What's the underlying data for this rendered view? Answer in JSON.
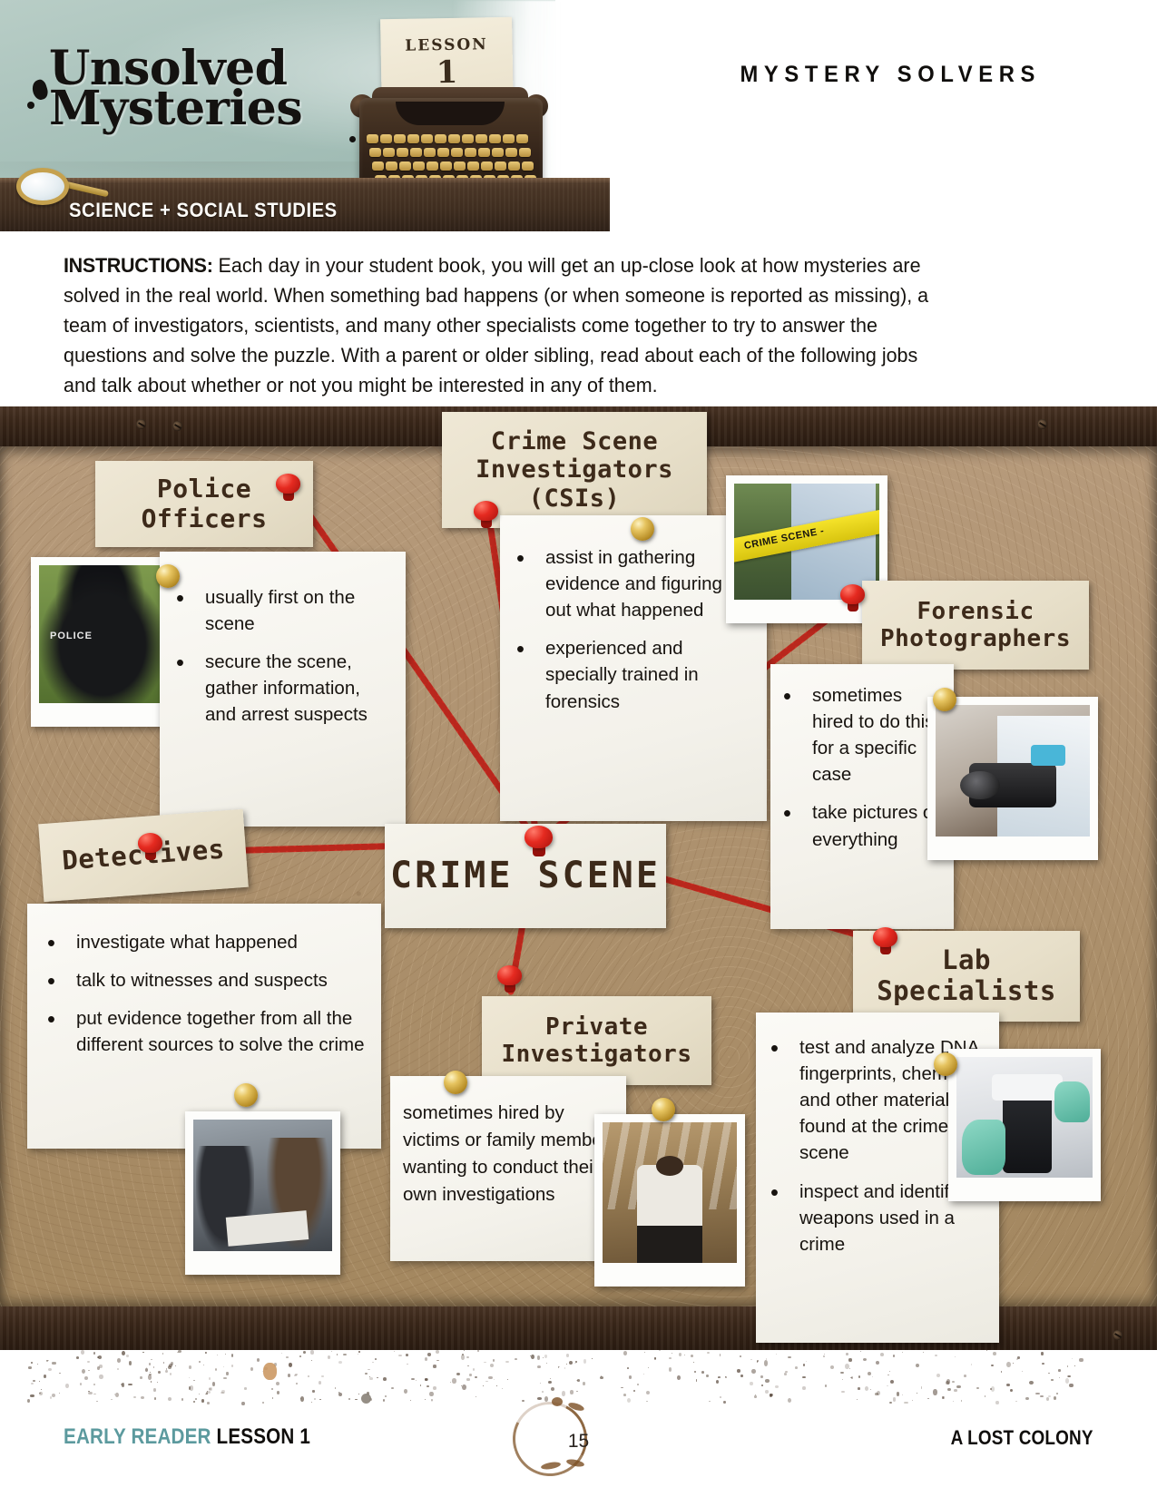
{
  "header": {
    "banner_title_line1": "Unsolved",
    "banner_title_line2": "Mysteries",
    "lesson_word": "LESSON",
    "lesson_number": "1",
    "subject_label": "SCIENCE + SOCIAL STUDIES",
    "unit_title": "MYSTERY SOLVERS"
  },
  "instructions": {
    "lead": "INSTRUCTIONS:",
    "body": " Each day in your student book, you will get an up-close look at how mysteries are solved in the real world. When something bad happens (or when someone is reported as missing), a team of investigators, scientists, and many other specialists come together to try to answer the questions and solve the puzzle. With a parent or older sibling, read about each of the following jobs and talk about whether or not you might be interested in any of them."
  },
  "board": {
    "center_label": "CRIME SCENE",
    "cards": [
      {
        "id": "police-officers",
        "title": "Police\nOfficers",
        "bullets": [
          "usually first on the scene",
          "secure the scene, gather information, and arrest suspects"
        ],
        "photo_alt": "police-officer-photo"
      },
      {
        "id": "crime-scene-investigators",
        "title": "Crime Scene\nInvestigators\n(CSIs)",
        "bullets": [
          "assist in gathering evidence and figuring\nout what happened",
          "experienced and specially trained in forensics"
        ],
        "photo_alt": "crime-scene-tape-photo"
      },
      {
        "id": "forensic-photographers",
        "title": "Forensic\nPhotographers",
        "bullets": [
          "sometimes hired to do this for a specific case",
          "take pictures of everything"
        ],
        "photo_alt": "forensic-photographer-photo"
      },
      {
        "id": "detectives",
        "title": "Detectives",
        "bullets": [
          "investigate what happened",
          "talk to witnesses and suspects",
          "put evidence together from all the different sources to solve the crime"
        ],
        "photo_alt": "detectives-reviewing-file-photo"
      },
      {
        "id": "private-investigators",
        "title": "Private\nInvestigators",
        "bullets": [
          "sometimes hired by victims or family members wanting to conduct their own investigations"
        ],
        "photo_alt": "investigator-at-evidence-board-photo"
      },
      {
        "id": "lab-specialists",
        "title": "Lab\nSpecialists",
        "bullets": [
          "test and analyze DNA, fingerprints, chemicals, and other materials found at the crime scene",
          "inspect and identify weapons used in a crime"
        ],
        "photo_alt": "microscope-lab-photo"
      }
    ]
  },
  "footer": {
    "series": "EARLY READER",
    "lesson": " LESSON 1",
    "page_number": "15",
    "unit_name": "A LOST COLONY"
  },
  "colors": {
    "teal": "#5c9a9e",
    "string_red": "#d42a20",
    "cork": "#ae9274",
    "wood": "#3a2719",
    "card_tan": "#e7dfc9",
    "card_white": "#f7f5ee"
  }
}
